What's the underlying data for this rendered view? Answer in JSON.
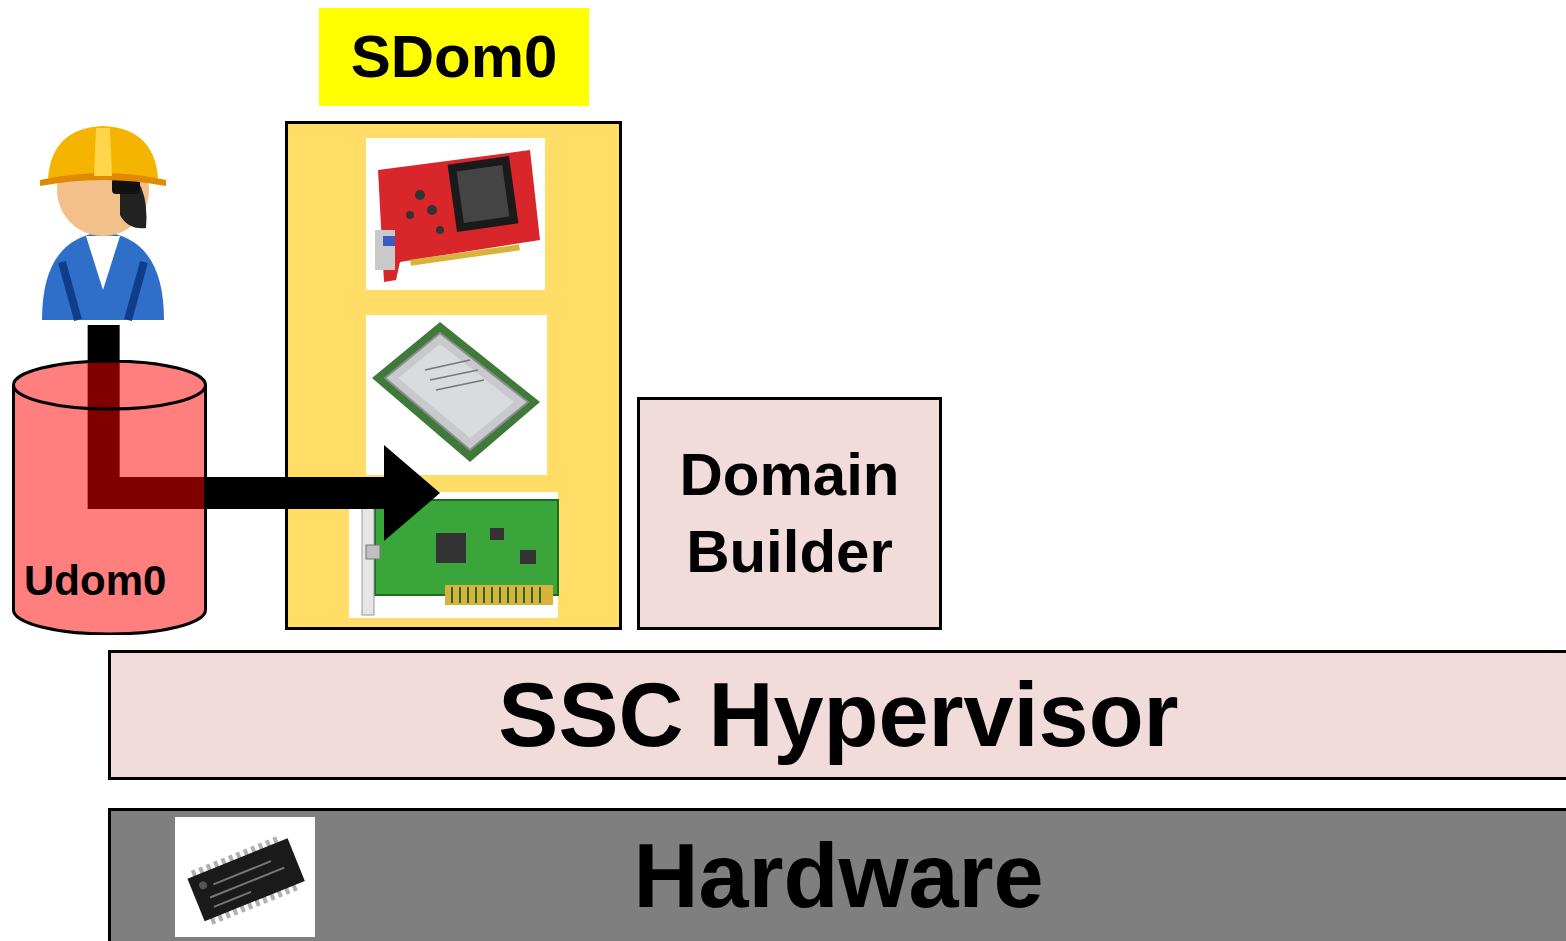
{
  "diagram": {
    "nodes": [
      {
        "text": [
          "SDom0"
        ]
      },
      {
        "text": [
          "Udom0"
        ]
      },
      {
        "text": [
          "Domain Builder"
        ]
      },
      {
        "text": [
          "SSC Hypervisor"
        ]
      },
      {
        "text": [
          "Hardware"
        ]
      }
    ],
    "edges": [
      {
        "from": 1,
        "to": 0,
        "arrow": "to"
      }
    ]
  }
}
